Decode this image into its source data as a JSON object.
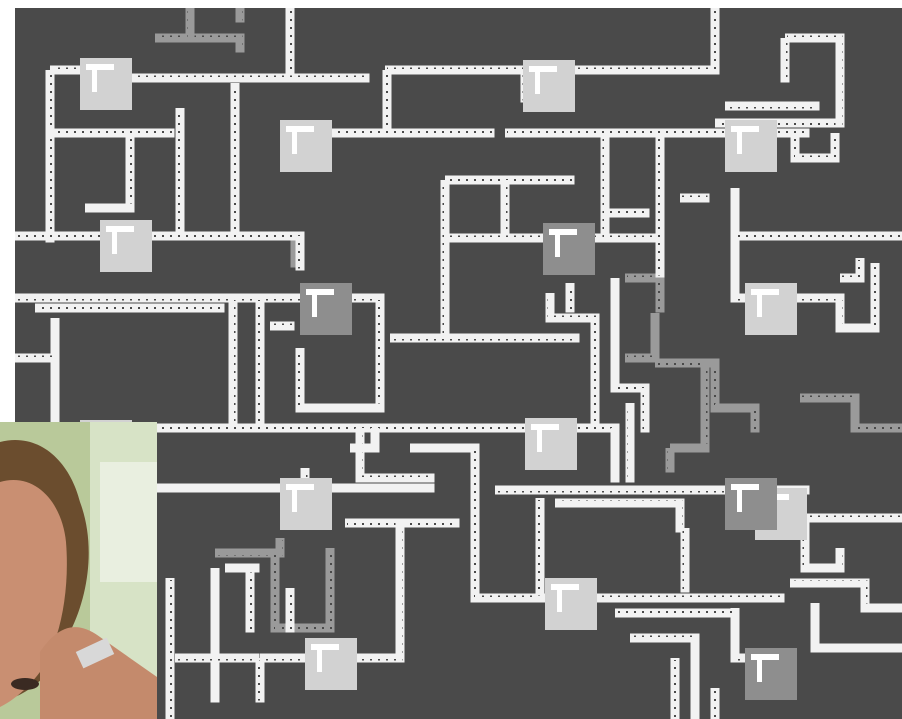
{
  "scene": {
    "description_kind": "pipe-network game board",
    "colors": {
      "board": "#4a4a4a",
      "pipe": "#f2f2f2",
      "pipe_dim": "#9a9a9a",
      "dot": "#4a4a4a",
      "terminal": "#d2d2d2",
      "terminal_dim": "#8e8e8e",
      "photo_wall": "#b9c99a",
      "photo_skin": "#c98f72",
      "photo_hair": "#6b4d2e"
    },
    "terminals": [
      {
        "id": "t1",
        "dim": false
      },
      {
        "id": "t2",
        "dim": false
      },
      {
        "id": "t3",
        "dim": false
      },
      {
        "id": "t4",
        "dim": false
      },
      {
        "id": "t5",
        "dim": false
      },
      {
        "id": "t6",
        "dim": true
      },
      {
        "id": "t7",
        "dim": true
      },
      {
        "id": "t8",
        "dim": false
      },
      {
        "id": "t9",
        "dim": false
      },
      {
        "id": "t10",
        "dim": false
      },
      {
        "id": "t11",
        "dim": false
      },
      {
        "id": "t12",
        "dim": true
      },
      {
        "id": "t13",
        "dim": false
      },
      {
        "id": "t14",
        "dim": false
      },
      {
        "id": "t15",
        "dim": true
      },
      {
        "id": "t16",
        "dim": false
      }
    ]
  }
}
